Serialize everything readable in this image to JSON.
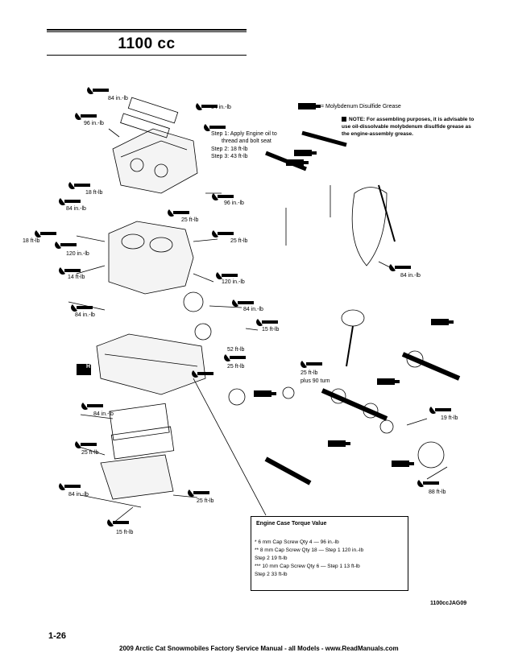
{
  "header": {
    "title": "1100 cc"
  },
  "legend": {
    "grease_text": "= Molybdenum Disulfide Grease",
    "note_lines": [
      "NOTE: For assembling purposes, it is advisable to",
      "use oil-dissolvable molybdenum disulfide grease as",
      "the engine-assembly grease."
    ]
  },
  "steps": [
    "Step 1: Apply Engine oil to",
    "thread and bolt seat",
    "Step 2: 18 ft-lb",
    "Step 3: 43 ft-lb"
  ],
  "callouts": {
    "c1": "84 in.-lb",
    "c2": "84 in.-lb",
    "c3": "96 in.-lb",
    "c4": "18 ft-lb",
    "c5": "96 in.-lb",
    "c6": "84 in.-lb",
    "c7": "25 ft-lb",
    "c8": "18 ft-lb",
    "c9": "25 ft-lb",
    "c10": "120 in.-lb",
    "c11": "14 ft-lb",
    "c12": "120 in.-lb",
    "c13": "84 in.-lb",
    "c14": "84 in.-lb",
    "c15": "84 in.-lb",
    "c16": "15 ft-lb",
    "c17": "52 ft-lb",
    "c18": "25 ft-lb",
    "c19": "25 ft-lb",
    "c20": "plus 90   turn",
    "c21": "84 in.-lb",
    "c22": "19 ft-lb",
    "c23": "25 ft-lb",
    "c24": "84 in.-lb",
    "c25": "25 ft-lb",
    "c26": "15 ft-lb",
    "c27": "88 ft-lb",
    "ht": "HT"
  },
  "torque_table": {
    "title": "Engine Case Torque Value",
    "lines": [
      "*      6 mm Cap Screw Qty 4 —   96 in.-lb",
      "**    8 mm Cap Screw Qty 18 — Step 1  120 in.-lb",
      "                                                 Step 2  19 ft-lb",
      "***  10 mm Cap Screw Qty 6 — Step 1  13 ft-lb",
      "                                                 Step 2  33 ft-lb"
    ]
  },
  "figure_id": "1100ccJAG09",
  "page_number": "1-26",
  "footer": "2009 Arctic Cat Snowmobiles Factory Service Manual - all Models  -  www.ReadManuals.com"
}
